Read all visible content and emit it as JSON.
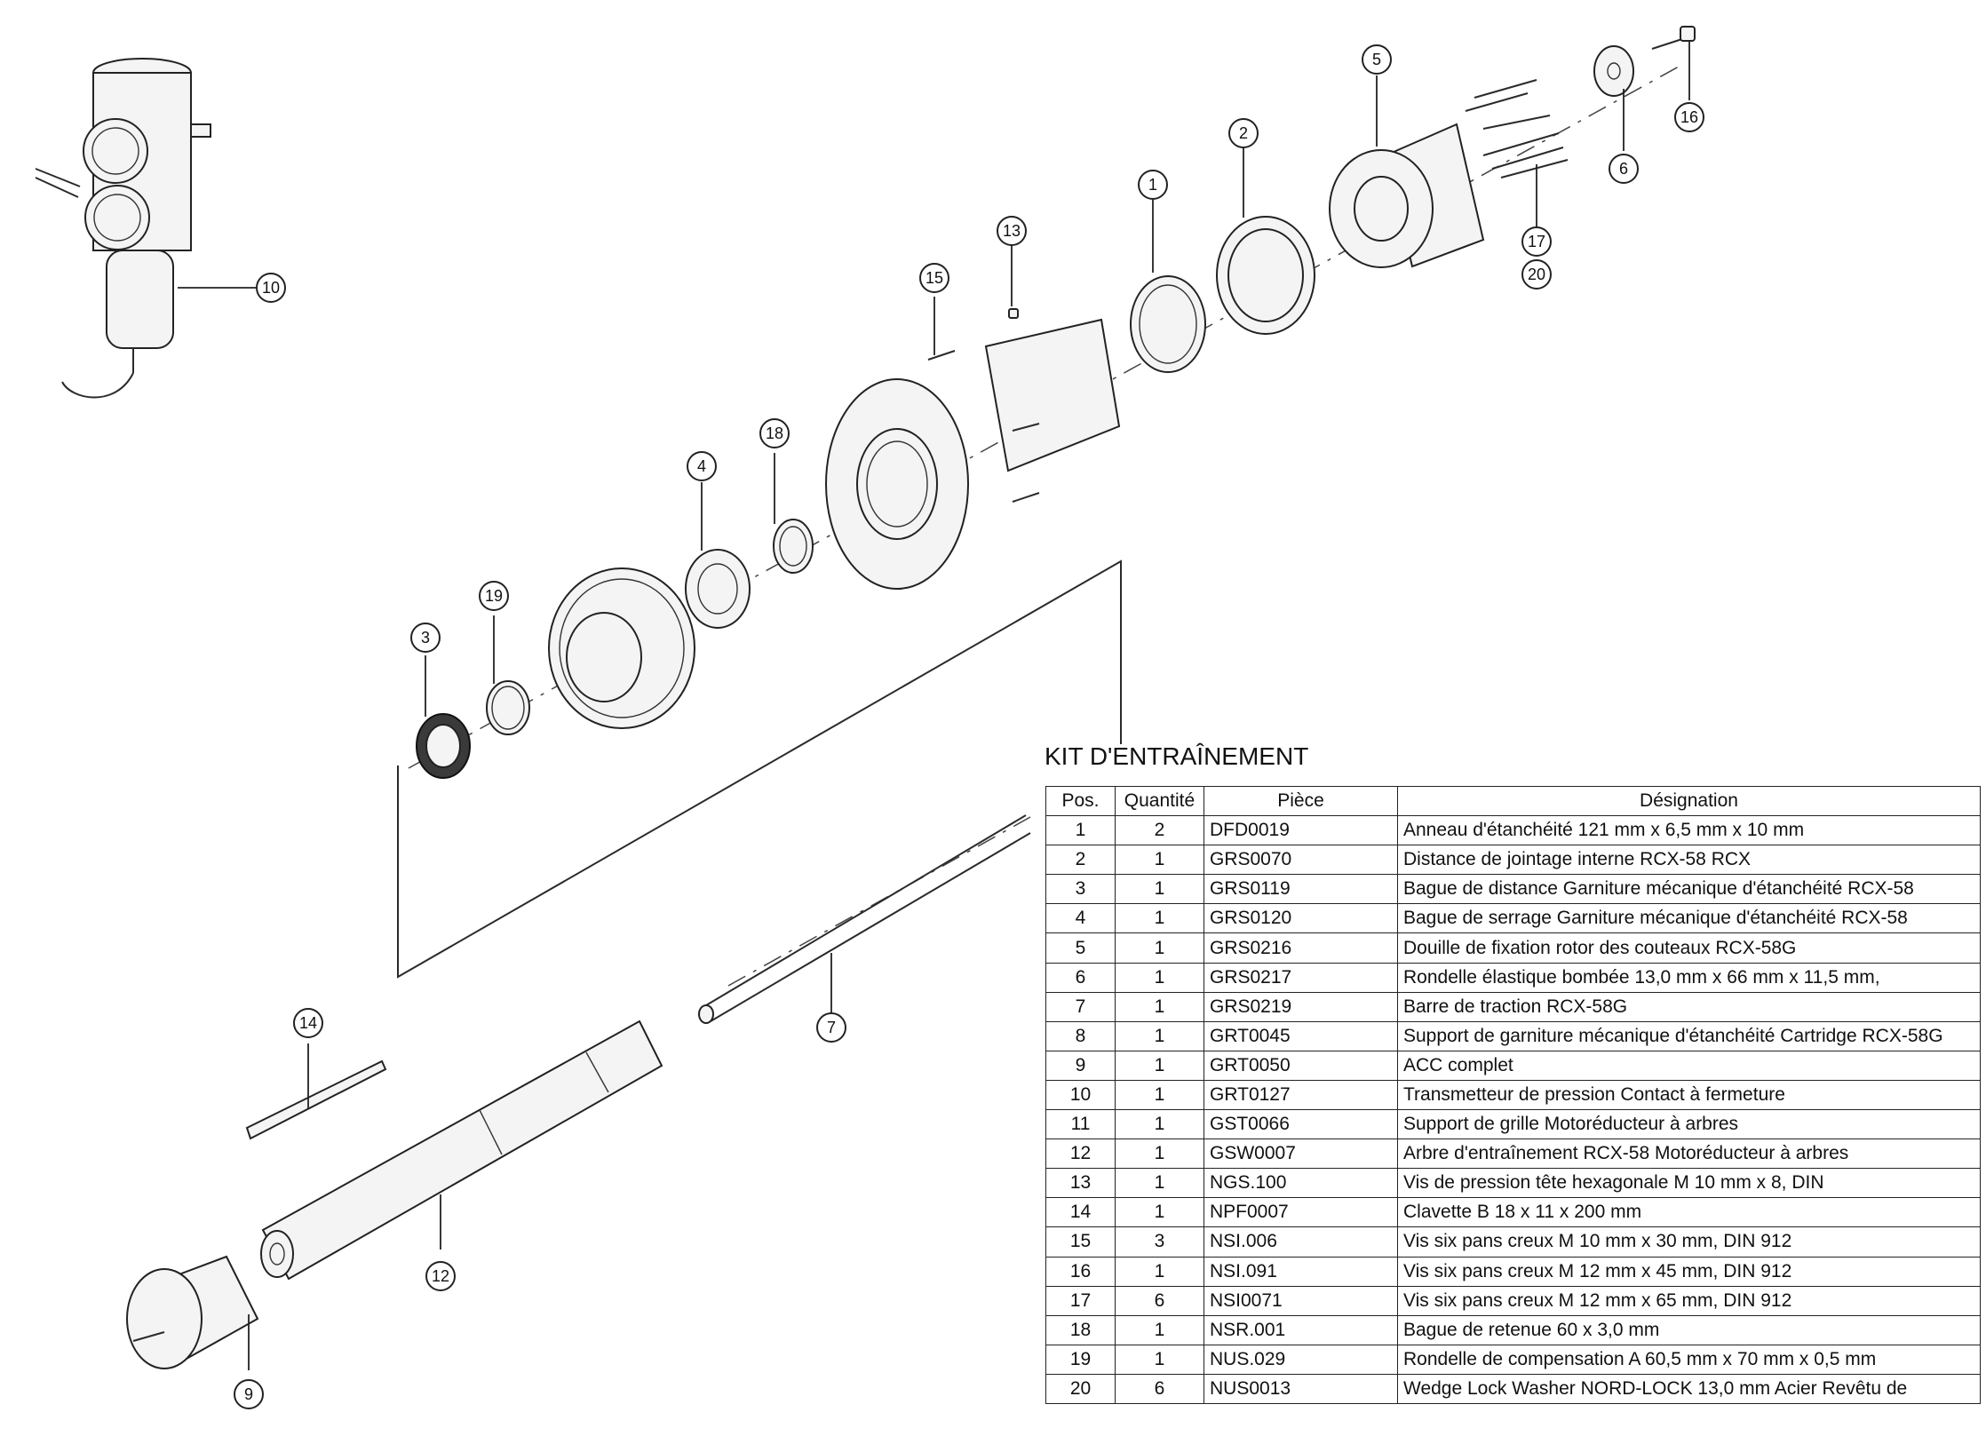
{
  "callouts": [
    "1",
    "2",
    "3",
    "4",
    "5",
    "6",
    "7",
    "9",
    "10",
    "12",
    "13",
    "14",
    "15",
    "16",
    "17",
    "18",
    "19",
    "20"
  ],
  "kit": {
    "title": "KIT D'ENTRAÎNEMENT",
    "headers": [
      "Pos.",
      "Quantité",
      "Pièce",
      "Désignation"
    ],
    "rows": [
      {
        "pos": "1",
        "qty": "2",
        "part": "DFD0019",
        "desc": "Anneau d'étanchéité 121 mm x 6,5 mm x 10 mm"
      },
      {
        "pos": "2",
        "qty": "1",
        "part": "GRS0070",
        "desc": "Distance de jointage interne RCX-58 RCX"
      },
      {
        "pos": "3",
        "qty": "1",
        "part": "GRS0119",
        "desc": "Bague de distance Garniture mécanique d'étanchéité RCX-58"
      },
      {
        "pos": "4",
        "qty": "1",
        "part": "GRS0120",
        "desc": "Bague de serrage Garniture mécanique d'étanchéité RCX-58"
      },
      {
        "pos": "5",
        "qty": "1",
        "part": "GRS0216",
        "desc": "Douille de fixation rotor des couteaux RCX-58G"
      },
      {
        "pos": "6",
        "qty": "1",
        "part": "GRS0217",
        "desc": "Rondelle élastique bombée 13,0 mm x 66 mm x 11,5 mm,"
      },
      {
        "pos": "7",
        "qty": "1",
        "part": "GRS0219",
        "desc": "Barre de traction RCX-58G"
      },
      {
        "pos": "8",
        "qty": "1",
        "part": "GRT0045",
        "desc": "Support de garniture mécanique d'étanchéité Cartridge RCX-58G"
      },
      {
        "pos": "9",
        "qty": "1",
        "part": "GRT0050",
        "desc": "ACC complet"
      },
      {
        "pos": "10",
        "qty": "1",
        "part": "GRT0127",
        "desc": "Transmetteur de pression Contact à fermeture"
      },
      {
        "pos": "11",
        "qty": "1",
        "part": "GST0066",
        "desc": "Support de grille Motoréducteur à arbres"
      },
      {
        "pos": "12",
        "qty": "1",
        "part": "GSW0007",
        "desc": "Arbre d'entraînement RCX-58 Motoréducteur à arbres"
      },
      {
        "pos": "13",
        "qty": "1",
        "part": "NGS.100",
        "desc": "Vis de pression tête hexagonale M 10 mm x 8, DIN"
      },
      {
        "pos": "14",
        "qty": "1",
        "part": "NPF0007",
        "desc": "Clavette B 18 x 11 x 200 mm"
      },
      {
        "pos": "15",
        "qty": "3",
        "part": "NSI.006",
        "desc": "Vis six pans creux M 10 mm  x 30 mm, DIN 912"
      },
      {
        "pos": "16",
        "qty": "1",
        "part": "NSI.091",
        "desc": "Vis six pans creux M 12 mm  x 45 mm, DIN 912"
      },
      {
        "pos": "17",
        "qty": "6",
        "part": "NSI0071",
        "desc": "Vis six pans creux M 12 mm  x 65 mm, DIN 912"
      },
      {
        "pos": "18",
        "qty": "1",
        "part": "NSR.001",
        "desc": "Bague de retenue 60 x 3,0 mm"
      },
      {
        "pos": "19",
        "qty": "1",
        "part": "NUS.029",
        "desc": "Rondelle de compensation A 60,5 mm x 70 mm x 0,5 mm"
      },
      {
        "pos": "20",
        "qty": "6",
        "part": "NUS0013",
        "desc": "Wedge Lock Washer NORD-LOCK 13,0 mm Acier Revêtu de"
      }
    ]
  }
}
